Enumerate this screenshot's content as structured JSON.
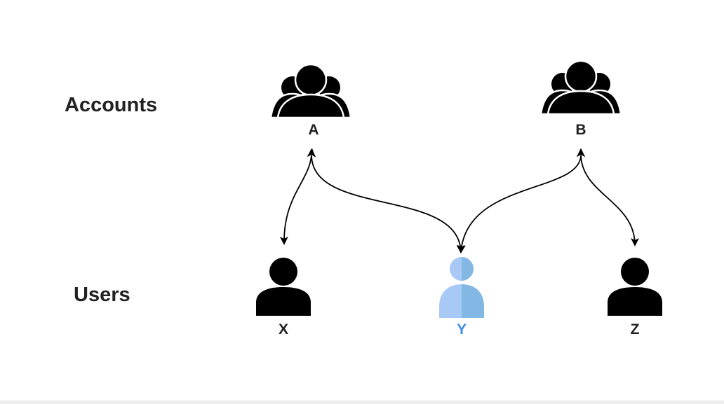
{
  "row_labels": {
    "accounts": "Accounts",
    "users": "Users"
  },
  "accounts": [
    {
      "id": "A",
      "label": "A",
      "icon": "group-icon"
    },
    {
      "id": "B",
      "label": "B",
      "icon": "group-icon"
    }
  ],
  "users": [
    {
      "id": "X",
      "label": "X",
      "icon": "user-icon"
    },
    {
      "id": "Y",
      "label": "Y",
      "icon": "user-icon",
      "highlighted": true
    },
    {
      "id": "Z",
      "label": "Z",
      "icon": "user-icon"
    }
  ],
  "links": [
    {
      "from": "A",
      "to": "X",
      "direction": "both"
    },
    {
      "from": "A",
      "to": "Y",
      "direction": "both"
    },
    {
      "from": "B",
      "to": "Y",
      "direction": "both"
    },
    {
      "from": "B",
      "to": "Z",
      "direction": "both"
    }
  ],
  "colors": {
    "icon": "#000000",
    "highlight_light": "#a8c9f5",
    "highlight_dark": "#82b8e3",
    "highlight_text": "#3d8fe6"
  }
}
